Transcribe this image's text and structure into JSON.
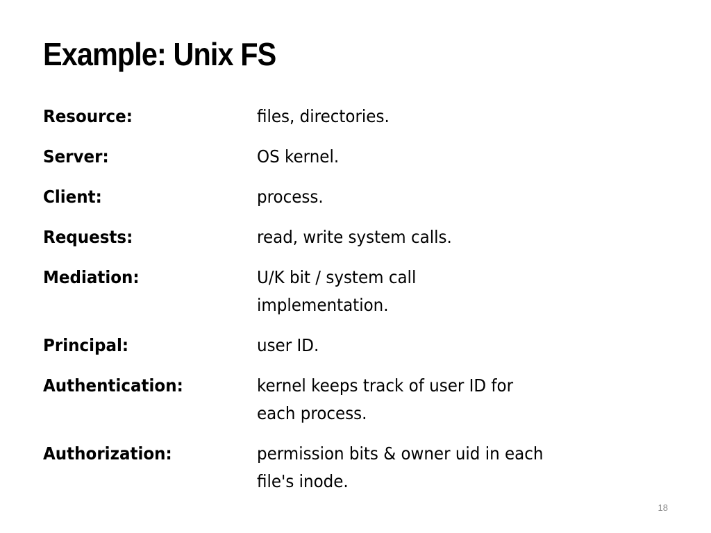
{
  "slide": {
    "title": "Example: Unix FS",
    "number": "18",
    "rows": [
      {
        "term": "Resource:",
        "desc": [
          "files, directories."
        ]
      },
      {
        "term": "Server:",
        "desc": [
          "OS kernel."
        ]
      },
      {
        "term": "Client:",
        "desc": [
          "process."
        ]
      },
      {
        "term": "Requests:",
        "desc": [
          "read, write system calls."
        ]
      },
      {
        "term": "Mediation:",
        "desc": [
          "U/K bit / system call",
          "implementation."
        ]
      },
      {
        "term": "Principal:",
        "desc": [
          "user ID."
        ]
      },
      {
        "term": "Authentication:",
        "desc": [
          "kernel keeps track of user ID for",
          "each process."
        ]
      },
      {
        "term": "Authorization:",
        "desc": [
          "permission bits & owner uid in each",
          "file's inode."
        ]
      }
    ]
  }
}
